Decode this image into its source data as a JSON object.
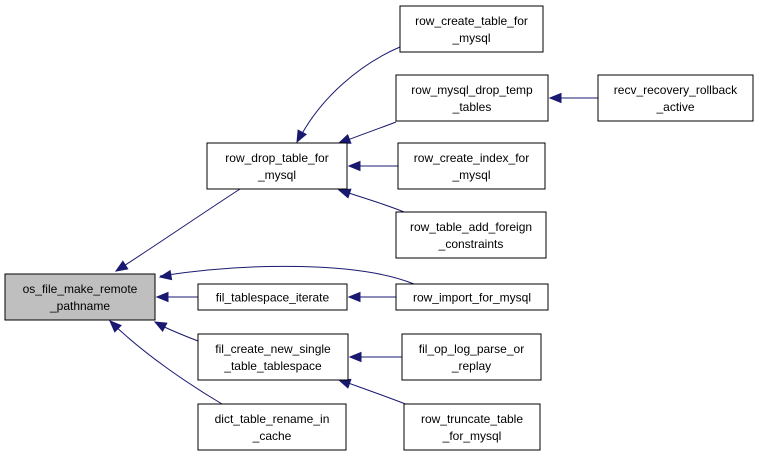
{
  "nodes": [
    {
      "id": "os_file_make_remote_pathname",
      "lines": [
        "os_file_make_remote",
        "_pathname"
      ],
      "root": true
    },
    {
      "id": "row_drop_table_for_mysql",
      "lines": [
        "row_drop_table_for",
        "_mysql"
      ]
    },
    {
      "id": "fil_tablespace_iterate",
      "lines": [
        "fil_tablespace_iterate"
      ]
    },
    {
      "id": "fil_create_new_single_table_tablespace",
      "lines": [
        "fil_create_new_single",
        "_table_tablespace"
      ]
    },
    {
      "id": "dict_table_rename_in_cache",
      "lines": [
        "dict_table_rename_in",
        "_cache"
      ]
    },
    {
      "id": "row_create_table_for_mysql",
      "lines": [
        "row_create_table_for",
        "_mysql"
      ]
    },
    {
      "id": "row_mysql_drop_temp_tables",
      "lines": [
        "row_mysql_drop_temp",
        "_tables"
      ]
    },
    {
      "id": "row_create_index_for_mysql",
      "lines": [
        "row_create_index_for",
        "_mysql"
      ]
    },
    {
      "id": "row_table_add_foreign_constraints",
      "lines": [
        "row_table_add_foreign",
        "_constraints"
      ]
    },
    {
      "id": "row_import_for_mysql",
      "lines": [
        "row_import_for_mysql"
      ]
    },
    {
      "id": "fil_op_log_parse_or_replay",
      "lines": [
        "fil_op_log_parse_or",
        "_replay"
      ]
    },
    {
      "id": "row_truncate_table_for_mysql",
      "lines": [
        "row_truncate_table",
        "_for_mysql"
      ]
    },
    {
      "id": "recv_recovery_rollback_active",
      "lines": [
        "recv_recovery_rollback",
        "_active"
      ]
    }
  ],
  "edges": [
    {
      "from": "row_drop_table_for_mysql",
      "to": "os_file_make_remote_pathname"
    },
    {
      "from": "row_import_for_mysql",
      "to": "os_file_make_remote_pathname"
    },
    {
      "from": "fil_tablespace_iterate",
      "to": "os_file_make_remote_pathname"
    },
    {
      "from": "fil_create_new_single_table_tablespace",
      "to": "os_file_make_remote_pathname"
    },
    {
      "from": "dict_table_rename_in_cache",
      "to": "os_file_make_remote_pathname"
    },
    {
      "from": "row_create_table_for_mysql",
      "to": "row_drop_table_for_mysql"
    },
    {
      "from": "row_mysql_drop_temp_tables",
      "to": "row_drop_table_for_mysql"
    },
    {
      "from": "row_create_index_for_mysql",
      "to": "row_drop_table_for_mysql"
    },
    {
      "from": "row_table_add_foreign_constraints",
      "to": "row_drop_table_for_mysql"
    },
    {
      "from": "recv_recovery_rollback_active",
      "to": "row_mysql_drop_temp_tables"
    },
    {
      "from": "row_import_for_mysql",
      "to": "fil_tablespace_iterate"
    },
    {
      "from": "fil_op_log_parse_or_replay",
      "to": "fil_create_new_single_table_tablespace"
    },
    {
      "from": "row_truncate_table_for_mysql",
      "to": "fil_create_new_single_table_tablespace"
    }
  ]
}
